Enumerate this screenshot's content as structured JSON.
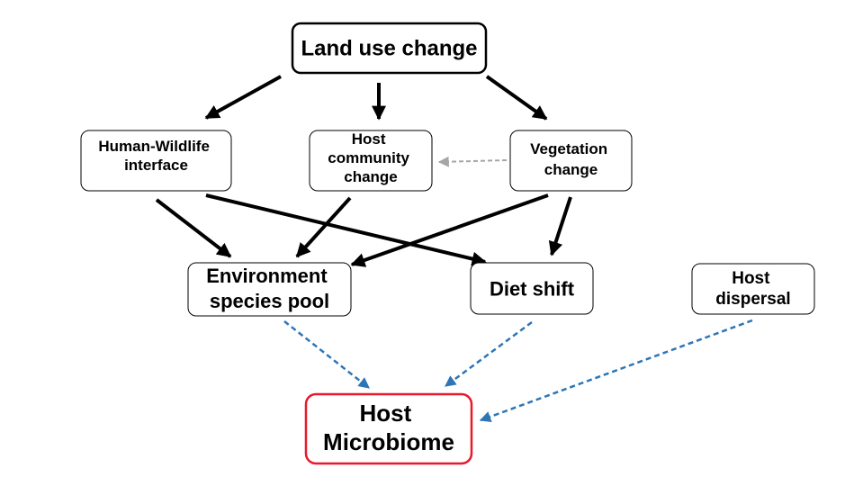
{
  "nodes": {
    "land_use": {
      "lines": [
        "Land use change"
      ]
    },
    "human_wildlife": {
      "lines": [
        "Human-Wildlife",
        "interface"
      ]
    },
    "host_community": {
      "lines": [
        "Host",
        "community",
        "change"
      ]
    },
    "vegetation": {
      "lines": [
        "Vegetation",
        "change"
      ]
    },
    "environment": {
      "lines": [
        "Environment",
        "species pool"
      ]
    },
    "diet": {
      "lines": [
        "Diet shift"
      ]
    },
    "host_dispersal": {
      "lines": [
        "Host",
        "dispersal"
      ]
    },
    "microbiome": {
      "lines": [
        "Host",
        "Microbiome"
      ]
    }
  },
  "edges": [
    {
      "from": "land_use",
      "to": "human_wildlife",
      "style": "solid"
    },
    {
      "from": "land_use",
      "to": "host_community",
      "style": "solid"
    },
    {
      "from": "land_use",
      "to": "vegetation",
      "style": "solid"
    },
    {
      "from": "vegetation",
      "to": "host_community",
      "style": "dashed-gray"
    },
    {
      "from": "human_wildlife",
      "to": "environment",
      "style": "solid"
    },
    {
      "from": "human_wildlife",
      "to": "diet",
      "style": "solid"
    },
    {
      "from": "host_community",
      "to": "environment",
      "style": "solid"
    },
    {
      "from": "vegetation",
      "to": "environment",
      "style": "solid"
    },
    {
      "from": "vegetation",
      "to": "diet",
      "style": "solid"
    },
    {
      "from": "environment",
      "to": "microbiome",
      "style": "dashed-blue"
    },
    {
      "from": "diet",
      "to": "microbiome",
      "style": "dashed-blue"
    },
    {
      "from": "host_dispersal",
      "to": "microbiome",
      "style": "dashed-blue"
    }
  ],
  "colors": {
    "solid": "#000000",
    "dashed_gray": "#a6a6a6",
    "dashed_blue": "#2e75b6",
    "microbiome_border": "#e8192c",
    "box_border": "#000000"
  }
}
